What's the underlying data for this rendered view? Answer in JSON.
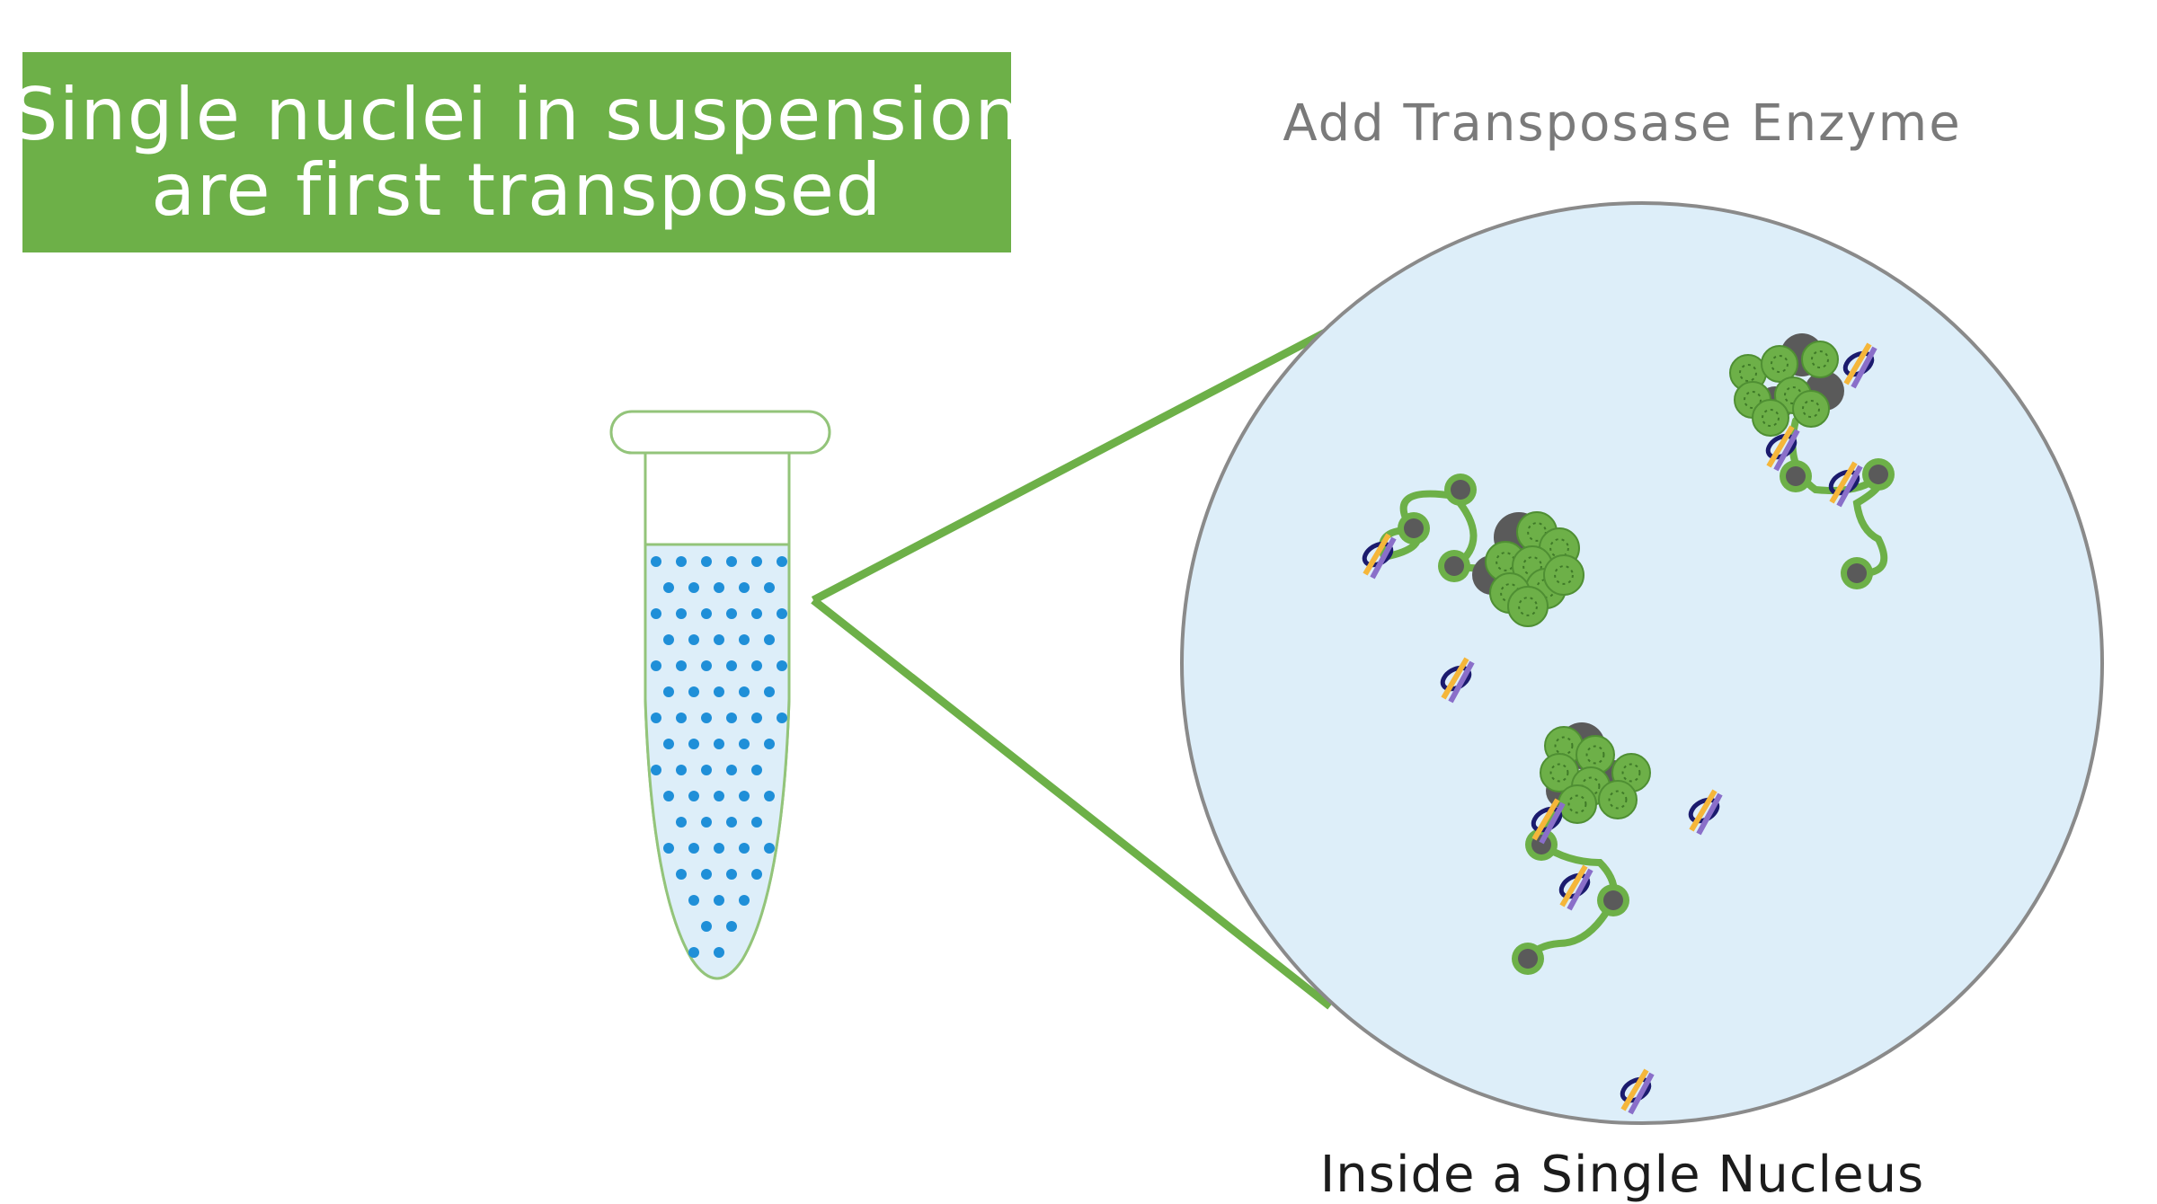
{
  "banner": {
    "line1": "Single nuclei in suspension",
    "line2": "are first transposed"
  },
  "step_label": "Add Transposase Enzyme",
  "zoom_caption": "Inside a Single Nucleus",
  "colors": {
    "banner_green": "#6db048",
    "chromatin_green": "#6db048",
    "histone_gray": "#5a5a5a",
    "nucleus_fill": "#ddeef9",
    "nucleus_border": "#8a8a8a",
    "nuclei_dot_blue": "#1f8fd8",
    "tube_liquid": "#ddeef9",
    "transposase_orange": "#f5b63a",
    "transposase_purple": "#8a6fc9",
    "transposase_navy": "#1b1b6e"
  },
  "icons": [
    "microcentrifuge-tube-icon",
    "nucleosome-cluster-icon",
    "transposase-enzyme-icon",
    "zoom-lines-icon"
  ]
}
